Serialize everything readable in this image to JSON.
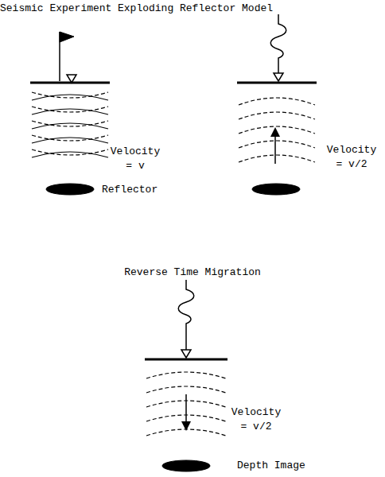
{
  "diagram": {
    "labels": [
      "Seismic Experiment",
      "Velocity = v",
      "Reflector",
      "Exploding Reflector Model",
      "Velocity = v/2",
      "Reverse Time Migration",
      "Velocity = v/2",
      "Depth Image"
    ]
  }
}
